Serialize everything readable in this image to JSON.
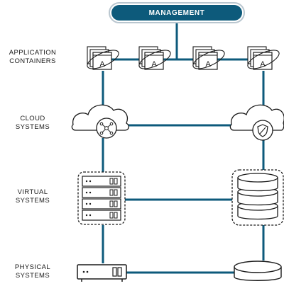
{
  "management": {
    "label": "MANAGEMENT"
  },
  "tiers": {
    "application": {
      "line1": "APPLICATION",
      "line2": "CONTAINERS"
    },
    "cloud": {
      "line1": "CLOUD",
      "line2": "SYSTEMS"
    },
    "virtual": {
      "line1": "VIRTUAL",
      "line2": "SYSTEMS"
    },
    "physical": {
      "line1": "PHYSICAL",
      "line2": "SYSTEMS"
    }
  },
  "containers": [
    {
      "glyph": "A"
    },
    {
      "glyph": "A"
    },
    {
      "glyph": "A"
    },
    {
      "glyph": "A"
    }
  ],
  "colors": {
    "link": "#0d5a7b",
    "management_fill": "#0d5a7b",
    "icon_stroke": "#1a1a1a"
  }
}
